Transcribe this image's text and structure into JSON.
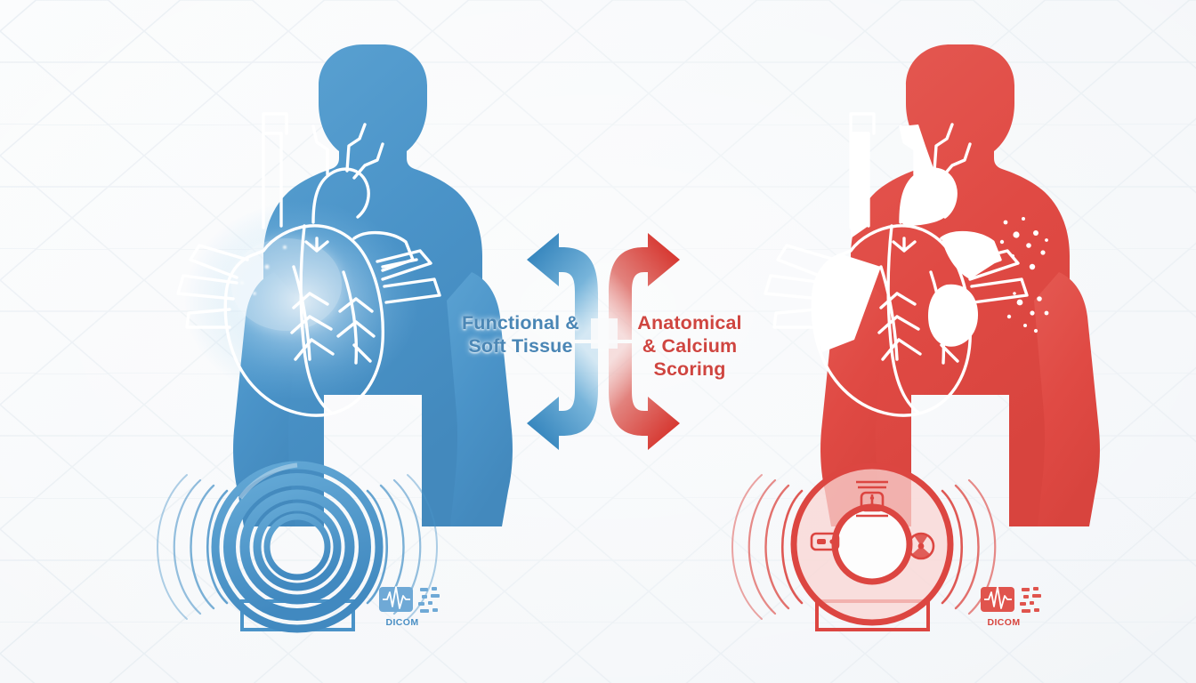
{
  "graphic": {
    "title": "Dual-modality cardiac imaging comparison",
    "background_color": "#f7f9fb",
    "hexagon_pattern": "faint-hexagon-grid"
  },
  "center": {
    "left_label": "Functional &\nSoft Tissue",
    "right_label": "Anatomical\n& Calcium\nScoring",
    "left_label_color": "#4a86b5",
    "right_label_color": "#cf4540",
    "arrows": [
      {
        "name": "blue-arrow-up-left",
        "direction": "left",
        "color": "#3f8ec4"
      },
      {
        "name": "blue-arrow-down-left",
        "direction": "left",
        "color": "#3f8ec4"
      },
      {
        "name": "red-arrow-up-right",
        "direction": "right",
        "color": "#dc4641"
      },
      {
        "name": "red-arrow-down-right",
        "direction": "right",
        "color": "#dc4641"
      }
    ]
  },
  "left_panel": {
    "name": "mri-modality",
    "accent_color": "#4a93c8",
    "figure": {
      "name": "patient-silhouette-blue",
      "organ": "heart",
      "organ_style": "white-line-art-with-glow"
    },
    "scanner": {
      "name": "mri-scanner",
      "type": "concentric-ring-gantry",
      "waves": "magnetic-field-arcs"
    },
    "badge": {
      "label": "DICOM",
      "icon": "ecg-waveform-icon",
      "color": "#4a8fc4"
    }
  },
  "right_panel": {
    "name": "ct-modality",
    "accent_color": "#e04a44",
    "figure": {
      "name": "patient-silhouette-red",
      "organ": "heart",
      "organ_style": "white-line-art-with-calcium-specks"
    },
    "scanner": {
      "name": "ct-scanner",
      "type": "solid-ring-gantry",
      "waves": "x-ray-emission-arcs",
      "indicators": [
        "control-panel-icon",
        "display-panel-icon",
        "radiation-symbol-icon"
      ]
    },
    "badge": {
      "label": "DICOM",
      "icon": "ecg-waveform-icon",
      "color": "#d8463f"
    }
  }
}
